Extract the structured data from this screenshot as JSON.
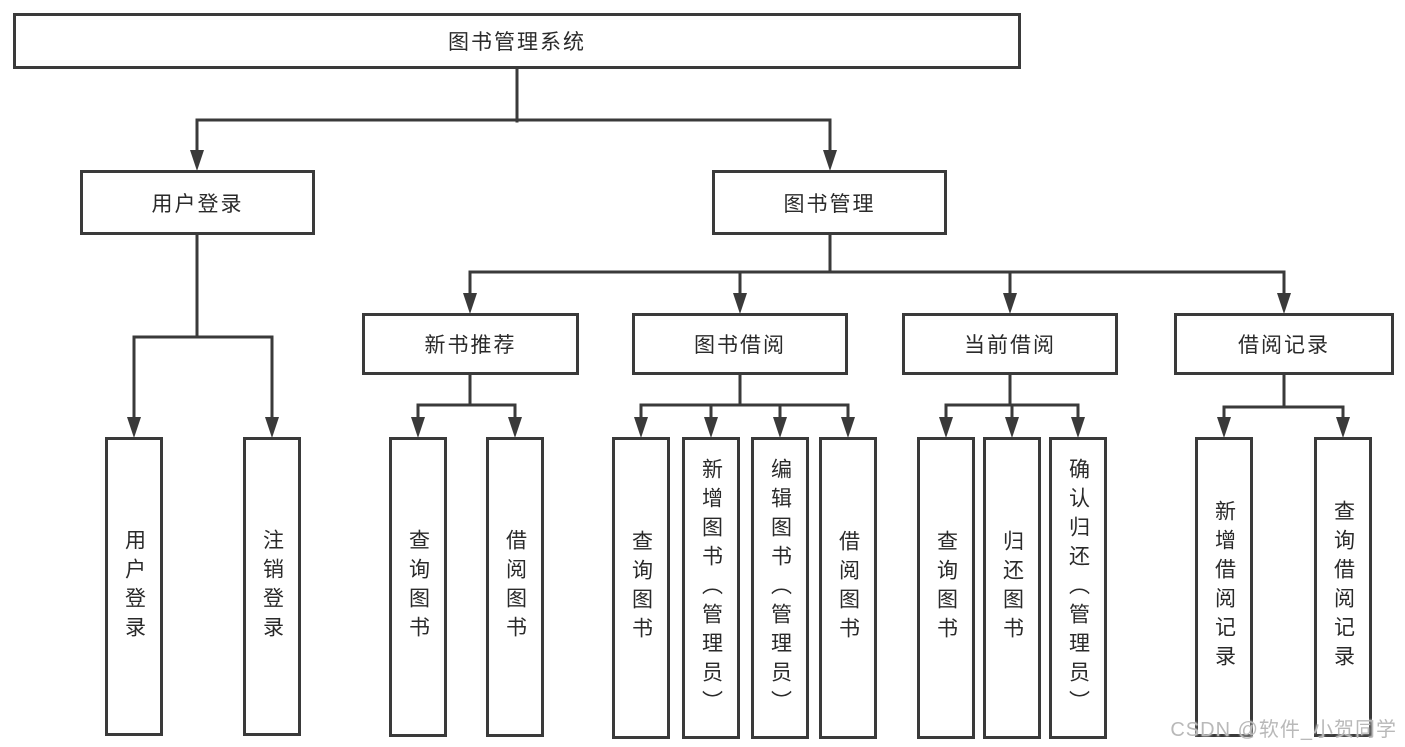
{
  "colors": {
    "line": "#3a3a3a",
    "text": "#2a2a2a",
    "watermark": "#b9b9b9",
    "background": "#ffffff"
  },
  "watermark": "CSDN @软件_小贺同学",
  "nodes": {
    "root": {
      "label": "图书管理系统"
    },
    "login": {
      "label": "用户登录"
    },
    "book_mgmt": {
      "label": "图书管理"
    },
    "login_user": {
      "label": "用户登录"
    },
    "login_logout": {
      "label": "注销登录"
    },
    "new_book": {
      "label": "新书推荐"
    },
    "book_borrow": {
      "label": "图书借阅"
    },
    "current_borrow": {
      "label": "当前借阅"
    },
    "borrow_record": {
      "label": "借阅记录"
    },
    "nb_query": {
      "label": "查询图书"
    },
    "nb_borrow": {
      "label": "借阅图书"
    },
    "bb_query": {
      "label": "查询图书"
    },
    "bb_add": {
      "label": "新增图书（管理员）"
    },
    "bb_edit": {
      "label": "编辑图书（管理员）"
    },
    "bb_borrow": {
      "label": "借阅图书"
    },
    "cb_query": {
      "label": "查询图书"
    },
    "cb_return": {
      "label": "归还图书"
    },
    "cb_confirm": {
      "label": "确认归还（管理员）"
    },
    "br_add": {
      "label": "新增借阅记录"
    },
    "br_query": {
      "label": "查询借阅记录"
    }
  },
  "tree": {
    "图书管理系统": {
      "用户登录": [
        "用户登录",
        "注销登录"
      ],
      "图书管理": {
        "新书推荐": [
          "查询图书",
          "借阅图书"
        ],
        "图书借阅": [
          "查询图书",
          "新增图书（管理员）",
          "编辑图书（管理员）",
          "借阅图书"
        ],
        "当前借阅": [
          "查询图书",
          "归还图书",
          "确认归还（管理员）"
        ],
        "借阅记录": [
          "新增借阅记录",
          "查询借阅记录"
        ]
      }
    }
  }
}
